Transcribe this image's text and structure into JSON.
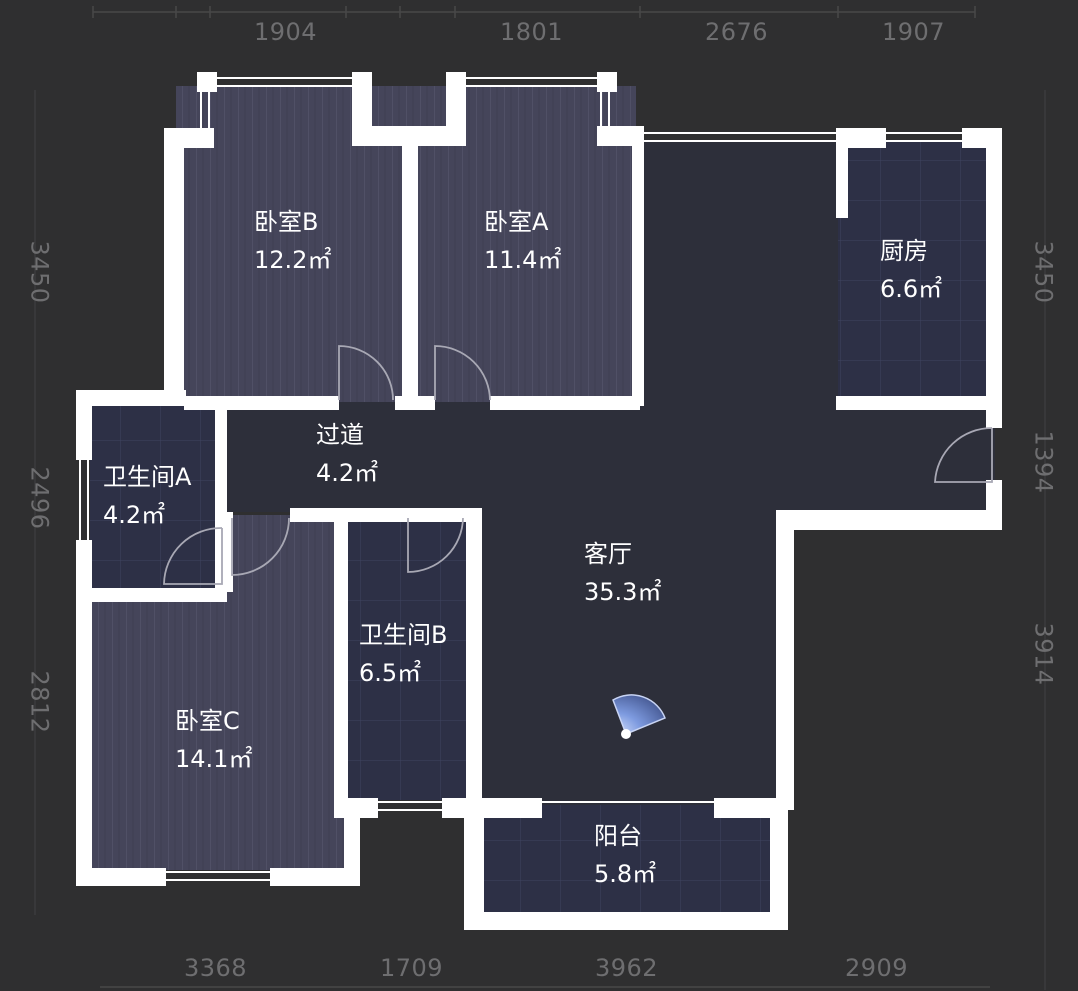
{
  "colors": {
    "background": "#2f2f30",
    "wall": "#ffffff",
    "bedroom_floor": "#45455a",
    "tile_floor": "#2d3046",
    "living_floor": "#2d2f3a",
    "dimension_text": "#6e6e70",
    "label_text": "#ffffff",
    "compass_fill": "#7e9be0"
  },
  "dimensions": {
    "top": [
      "1904",
      "1801",
      "2676",
      "1907"
    ],
    "bottom": [
      "3368",
      "1709",
      "3962",
      "2909"
    ],
    "left": [
      "3450",
      "2496",
      "2812"
    ],
    "right": [
      "3450",
      "1394",
      "3914"
    ]
  },
  "rooms": [
    {
      "id": "bedroom-b",
      "name": "卧室B",
      "area": "12.2㎡"
    },
    {
      "id": "bedroom-a",
      "name": "卧室A",
      "area": "11.4㎡"
    },
    {
      "id": "kitchen",
      "name": "厨房",
      "area": "6.6㎡"
    },
    {
      "id": "corridor",
      "name": "过道",
      "area": "4.2㎡"
    },
    {
      "id": "bathroom-a",
      "name": "卫生间A",
      "area": "4.2㎡"
    },
    {
      "id": "living-room",
      "name": "客厅",
      "area": "35.3㎡"
    },
    {
      "id": "bathroom-b",
      "name": "卫生间B",
      "area": "6.5㎡"
    },
    {
      "id": "bedroom-c",
      "name": "卧室C",
      "area": "14.1㎡"
    },
    {
      "id": "balcony",
      "name": "阳台",
      "area": "5.8㎡"
    }
  ],
  "compass": {
    "icon": "view-direction-icon"
  }
}
